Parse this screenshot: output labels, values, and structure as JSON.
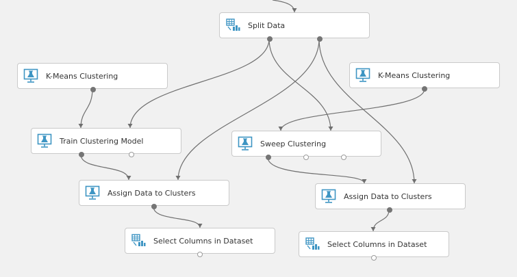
{
  "colors": {
    "icon": "#3e95c3",
    "edge": "#6f6f6f",
    "node_border": "#c9c9c9",
    "background": "#f1f1f1"
  },
  "nodes": [
    {
      "id": "split",
      "label": "Split Data",
      "icon": "table-icon",
      "inputs": 0,
      "outputs": 2
    },
    {
      "id": "kmeans1",
      "label": "K-Means Clustering",
      "icon": "flask-monitor-icon",
      "inputs": 0,
      "outputs": 1
    },
    {
      "id": "kmeans2",
      "label": "K-Means Clustering",
      "icon": "flask-monitor-icon",
      "inputs": 0,
      "outputs": 1
    },
    {
      "id": "train",
      "label": "Train Clustering Model",
      "icon": "flask-monitor-icon",
      "inputs": 0,
      "outputs": 2
    },
    {
      "id": "sweep",
      "label": "Sweep Clustering",
      "icon": "flask-monitor-icon",
      "inputs": 0,
      "outputs": 3
    },
    {
      "id": "assign1",
      "label": "Assign Data to Clusters",
      "icon": "flask-monitor-icon",
      "inputs": 0,
      "outputs": 1
    },
    {
      "id": "assign2",
      "label": "Assign Data to Clusters",
      "icon": "flask-monitor-icon",
      "inputs": 0,
      "outputs": 1
    },
    {
      "id": "select1",
      "label": "Select Columns in Dataset",
      "icon": "table-icon",
      "inputs": 0,
      "outputs": 1
    },
    {
      "id": "select2",
      "label": "Select Columns in Dataset",
      "icon": "table-icon",
      "inputs": 0,
      "outputs": 1
    }
  ],
  "edges": [
    {
      "from": "upstream",
      "to": "split"
    },
    {
      "from": "split",
      "from_port": 0,
      "to": "train"
    },
    {
      "from": "split",
      "from_port": 0,
      "to": "sweep"
    },
    {
      "from": "split",
      "from_port": 1,
      "to": "assign1"
    },
    {
      "from": "split",
      "from_port": 1,
      "to": "assign2"
    },
    {
      "from": "kmeans1",
      "from_port": 0,
      "to": "train"
    },
    {
      "from": "kmeans2",
      "from_port": 0,
      "to": "sweep"
    },
    {
      "from": "train",
      "from_port": 0,
      "to": "assign1"
    },
    {
      "from": "sweep",
      "from_port": 0,
      "to": "assign2"
    },
    {
      "from": "assign1",
      "from_port": 0,
      "to": "select1"
    },
    {
      "from": "assign2",
      "from_port": 0,
      "to": "select2"
    }
  ]
}
